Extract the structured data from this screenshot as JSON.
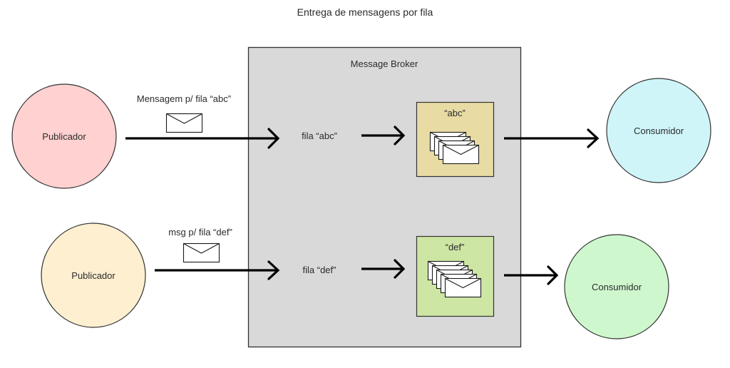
{
  "title": "Entrega de mensagens por fila",
  "broker": {
    "label": "Message Broker",
    "fill": "#d9d9d9"
  },
  "flows": [
    {
      "publisher": {
        "label": "Publicador",
        "fill": "#ffd1d1"
      },
      "message_label": "Mensagem p/ fila “abc”",
      "queue_label": "fila “abc”",
      "queue_box": {
        "label": "“abc”",
        "fill": "#e8dba4",
        "envelope_count": 4
      },
      "consumer": {
        "label": "Consumidor",
        "fill": "#cff5f9"
      }
    },
    {
      "publisher": {
        "label": "Publicador",
        "fill": "#fdefcf"
      },
      "message_label": "msg p/ fila “def”",
      "queue_label": "fila “def”",
      "queue_box": {
        "label": "“def”",
        "fill": "#cde6a4",
        "envelope_count": 5
      },
      "consumer": {
        "label": "Consumidor",
        "fill": "#cff7cd"
      }
    }
  ],
  "icons": {
    "message": "envelope-icon",
    "queue_messages": "envelope-stack-icon",
    "flow": "arrow-right-icon"
  }
}
